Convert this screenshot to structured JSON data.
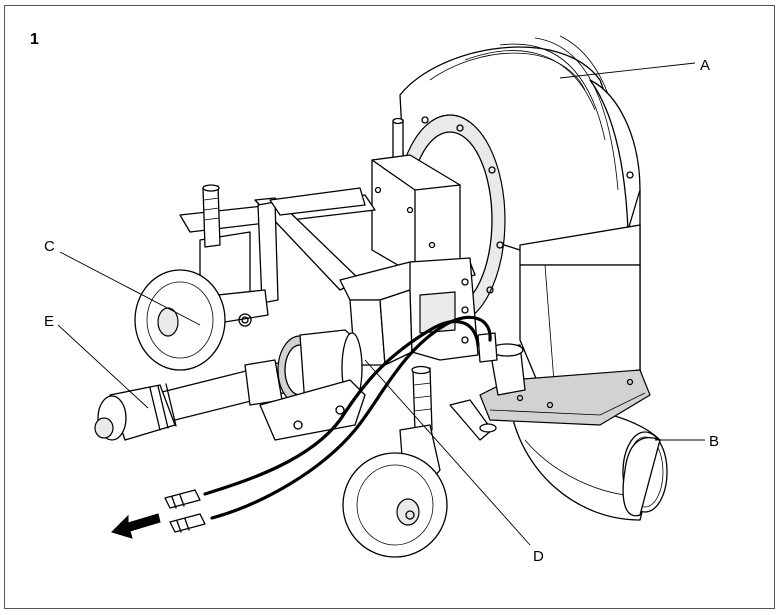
{
  "figure": {
    "number": "1"
  },
  "labels": {
    "a": "A",
    "b": "B",
    "c": "C",
    "d": "D",
    "e": "E"
  }
}
